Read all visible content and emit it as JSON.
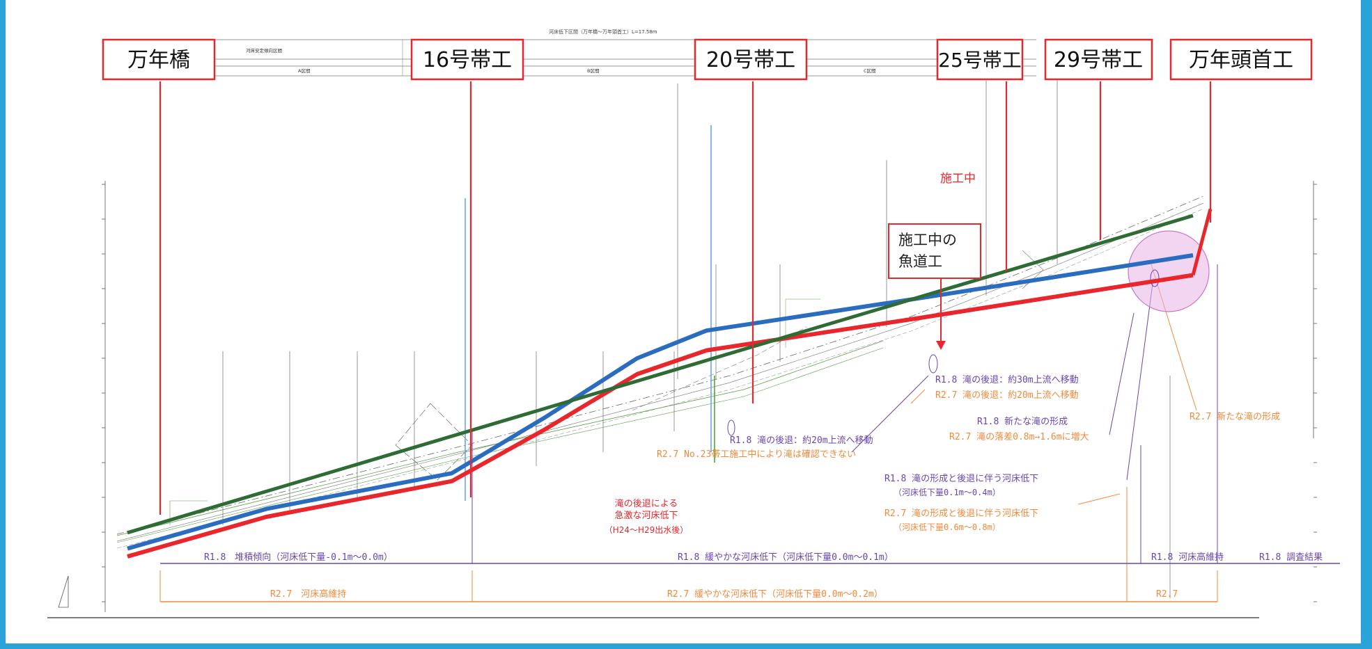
{
  "header": {
    "title": "河床低下区間（万年橋〜万年頭首工）L=17.58m",
    "subtitle": "河床安定傾向区間",
    "sections": [
      "A区間",
      "B区間",
      "C区間"
    ]
  },
  "structures": [
    {
      "name": "万年橋"
    },
    {
      "name": "16号帯工"
    },
    {
      "name": "20号帯工"
    },
    {
      "name": "25号帯工"
    },
    {
      "name": "29号帯工"
    },
    {
      "name": "万年頭首工"
    }
  ],
  "callout": {
    "line1": "施工中の",
    "line2": "魚道工"
  },
  "construction_label": "施工中",
  "annotations": {
    "red_note_1": "滝の後退による",
    "red_note_2": "急激な河床低下",
    "red_note_3": "（H24〜H29出水後）",
    "r1_16": "R1.8 滝の後退：約20m上流へ移動",
    "r2_23": "R2.7 No.23帯工施工中により滝は確認できない",
    "r1_25": "R1.8 滝の後退：約30m上流へ移動",
    "r2_25": "R2.7 滝の後退：約20m上流へ移動",
    "r1_new": "R1.8 新たな滝の形成",
    "r2_drop": "R2.7 滝の落差0.8m→1.6mに増大",
    "r1_form": "R1.8 滝の形成と後退に伴う河床低下",
    "r1_form_sub": "（河床低下量0.1m〜0.4m）",
    "r2_form": "R2.7 滝の形成と後退に伴う河床低下",
    "r2_form_sub": "（河床低下量0.6m〜0.8m）",
    "r2_new": "R2.7 新たな滝の形成"
  },
  "bottom": {
    "r1_left": "R1.8　堆積傾向（河床低下量-0.1m〜0.0m）",
    "r1_mid": "R1.8 緩やかな河床低下（河床低下量0.0m〜0.1m）",
    "r1_right": "R1.8 河床高維持",
    "r1_survey": "R1.8 調査結果",
    "r2_left": "R2.7　河床高維持",
    "r2_mid": "R2.7 緩やかな河床低下（河床低下量0.0m〜0.2m）",
    "r2_right": "R2.7"
  },
  "colors": {
    "frame": "#2aa3da",
    "red_profile": "#e8262c",
    "blue_profile": "#2a6cc0",
    "green_line": "#2e6b35",
    "purple": "#6a45b0",
    "orange": "#f08a3c",
    "structure_label": "#e8262c",
    "pink_circle": "#d98ad8"
  },
  "chart_data": {
    "type": "line",
    "title": "",
    "xlabel": "",
    "ylabel": "",
    "series": [
      {
        "values": [
          [
            0,
            0.0
          ],
          [
            0.3,
            1.0
          ],
          [
            0.7,
            1.9
          ],
          [
            0.9,
            3.2
          ],
          [
            1.1,
            4.6
          ],
          [
            1.25,
            5.2
          ],
          [
            1.7,
            6.0
          ],
          [
            2.3,
            7.1
          ]
        ]
      },
      {
        "values": [
          [
            0,
            0.2
          ],
          [
            0.3,
            1.2
          ],
          [
            0.7,
            2.1
          ],
          [
            0.9,
            3.5
          ],
          [
            1.1,
            5.0
          ],
          [
            1.25,
            5.7
          ],
          [
            1.7,
            6.5
          ],
          [
            2.3,
            7.6
          ]
        ]
      },
      {
        "values": [
          [
            0,
            0.6
          ],
          [
            2.3,
            8.6
          ]
        ]
      }
    ]
  }
}
